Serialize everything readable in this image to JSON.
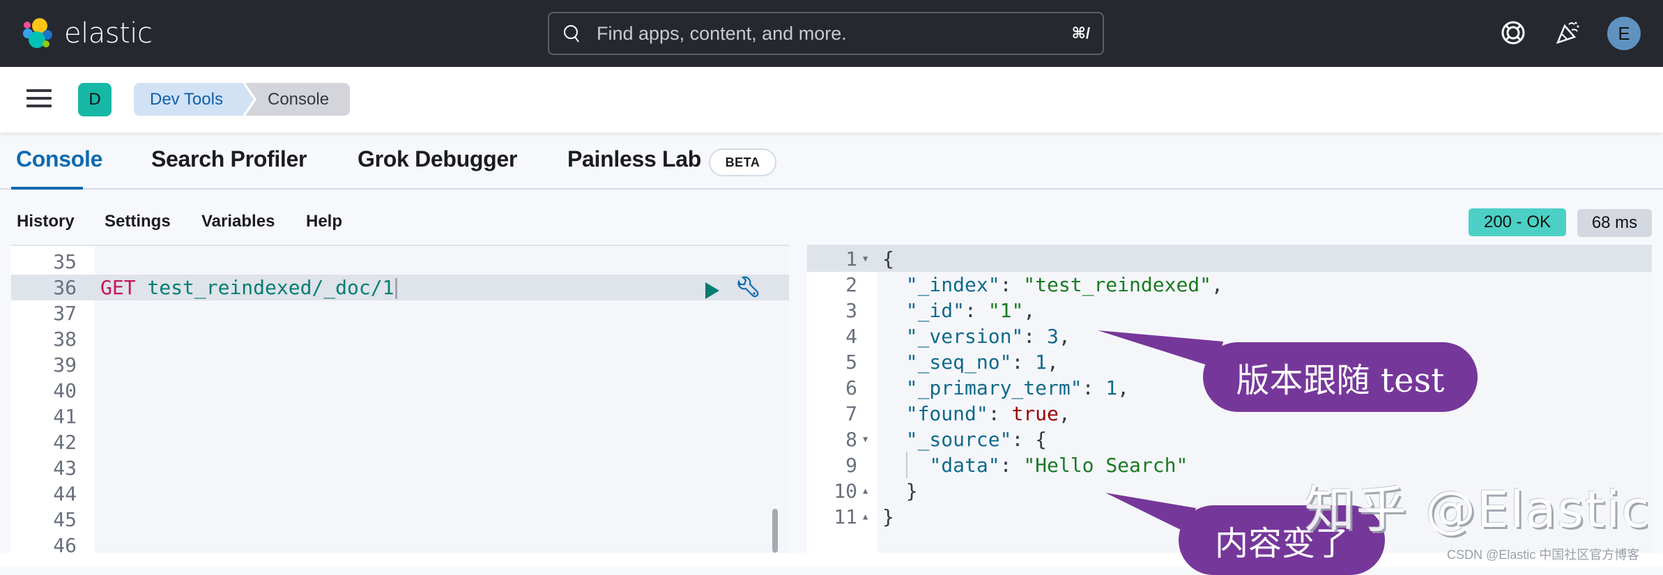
{
  "header": {
    "logo_text": "elastic",
    "search": {
      "placeholder": "Find apps, content, and more.",
      "shortcut": "⌘/"
    },
    "icons": [
      "help-icon",
      "newsfeed-icon"
    ],
    "user_avatar": "E"
  },
  "breadcrumb": {
    "space_avatar": "D",
    "items": [
      {
        "label": "Dev Tools"
      },
      {
        "label": "Console"
      }
    ]
  },
  "tabs": [
    {
      "label": "Console",
      "active": true
    },
    {
      "label": "Search Profiler"
    },
    {
      "label": "Grok Debugger"
    },
    {
      "label": "Painless Lab",
      "badge": "BETA"
    }
  ],
  "toolbar": {
    "items": [
      "History",
      "Settings",
      "Variables",
      "Help"
    ],
    "status": "200 - OK",
    "status_color": "#4cd0c5",
    "time": "68 ms"
  },
  "request_editor": {
    "lines": [
      {
        "n": "35",
        "method": "",
        "url": ""
      },
      {
        "n": "36",
        "method": "GET",
        "url": " test_reindexed/_doc/1",
        "active": true
      },
      {
        "n": "37"
      },
      {
        "n": "38"
      },
      {
        "n": "39"
      },
      {
        "n": "40"
      },
      {
        "n": "41"
      },
      {
        "n": "42"
      },
      {
        "n": "43"
      },
      {
        "n": "44"
      },
      {
        "n": "45"
      },
      {
        "n": "46"
      }
    ],
    "actions": [
      "run-icon",
      "wrench-icon"
    ]
  },
  "response_editor": {
    "lines": [
      {
        "n": "1",
        "text": "{"
      },
      {
        "n": "2",
        "key": "\"_index\"",
        "value": "\"test_reindexed\"",
        "type": "string"
      },
      {
        "n": "3",
        "key": "\"_id\"",
        "value": "\"1\"",
        "type": "string"
      },
      {
        "n": "4",
        "key": "\"_version\"",
        "value": "3",
        "type": "number"
      },
      {
        "n": "5",
        "key": "\"_seq_no\"",
        "value": "1",
        "type": "number"
      },
      {
        "n": "6",
        "key": "\"_primary_term\"",
        "value": "1",
        "type": "number"
      },
      {
        "n": "7",
        "key": "\"found\"",
        "value": "true",
        "type": "bool"
      },
      {
        "n": "8",
        "key": "\"_source\"",
        "value": "{",
        "type": "open"
      },
      {
        "n": "9",
        "key": "\"data\"",
        "value": "\"Hello Search\"",
        "type": "string"
      },
      {
        "n": "10",
        "text": "}"
      },
      {
        "n": "11",
        "text": "}"
      }
    ]
  },
  "annotations": {
    "callout_version": "版本跟随 test",
    "callout_content": "内容变了",
    "watermark": "知乎 @Elastic",
    "csdn_mark": "CSDN @Elastic 中国社区官方博客"
  }
}
